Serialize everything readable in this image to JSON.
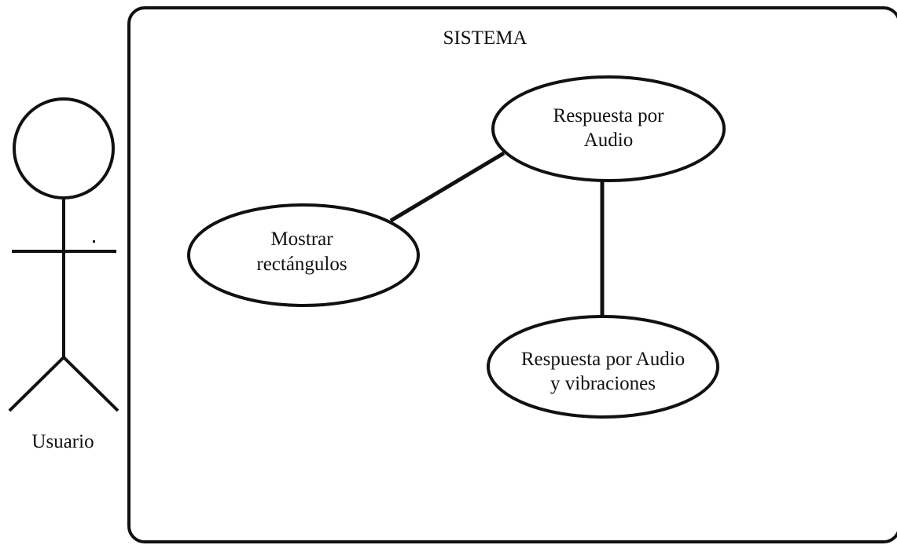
{
  "diagram": {
    "system_title": "SISTEMA",
    "actor": {
      "label": "Usuario"
    },
    "use_cases": {
      "audio_response": {
        "line1": "Respuesta por",
        "line2": "Audio"
      },
      "show_rectangles": {
        "line1": "Mostrar",
        "line2": "rectángulos"
      },
      "audio_vibration_response": {
        "line1": "Respuesta por Audio",
        "line2": "y vibraciones"
      }
    }
  }
}
